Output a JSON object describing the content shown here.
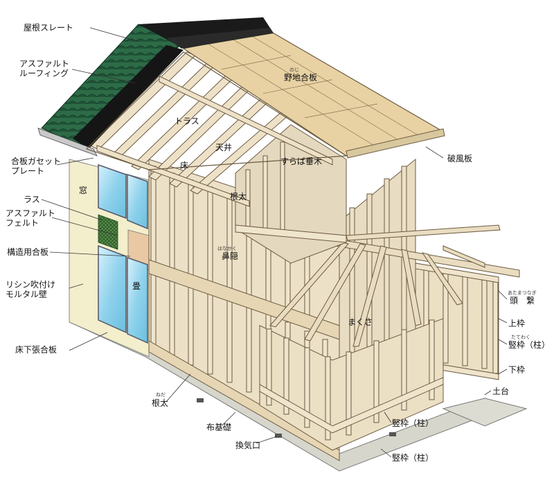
{
  "labels": {
    "roof_slate": "屋根スレート",
    "asphalt_roofing": "アスファルト\nルーフィング",
    "plywood_gusset": "合板ガセット\nプレート",
    "lath": "ラス",
    "asphalt_felt": "アスファルト\nフェルト",
    "structural_plywood": "構造用合板",
    "mortar_wall": "リシン吹付け\nモルタル壁",
    "subfloor_plywood": "床下張合板",
    "joist_bottom": "根太",
    "joist_bottom_ruby": "ねだ",
    "cloth_foundation": "布基礎",
    "vent": "換気口",
    "stud_bottom": "竪枠（柱）",
    "stud_middle": "竪枠（柱）",
    "sill": "土台",
    "bottom_plate": "下枠",
    "stud_right": "竪枠（柱）",
    "stud_right_ruby": "たてわく",
    "top_plate": "上枠",
    "head_tie": "頭　繋",
    "head_tie_ruby": "あたまつなぎ",
    "barge_board": "破風板",
    "roof_sheathing": "野地合板",
    "roof_sheathing_ruby": "のじ",
    "truss": "トラス",
    "ceiling": "天井",
    "floor": "床",
    "window": "窓",
    "ceiling_joist": "すらば垂木",
    "joist_inner": "根太",
    "rim_joist": "鼻隠",
    "rim_joist_ruby": "はなかく",
    "tatami": "畳",
    "makuta": "まくさ"
  },
  "colors": {
    "timber": "#e9dcc0",
    "timber_edge": "#6b5a40",
    "roof_sheathing": "#e6cfa0",
    "slate": "#1f5b3a",
    "roofing_black": "#1a1a1a",
    "foundation": "#d9d9cf",
    "wall_cream": "#f1ecc9",
    "glass": "#9fd8ee",
    "lath_green": "#3f7a3a"
  }
}
